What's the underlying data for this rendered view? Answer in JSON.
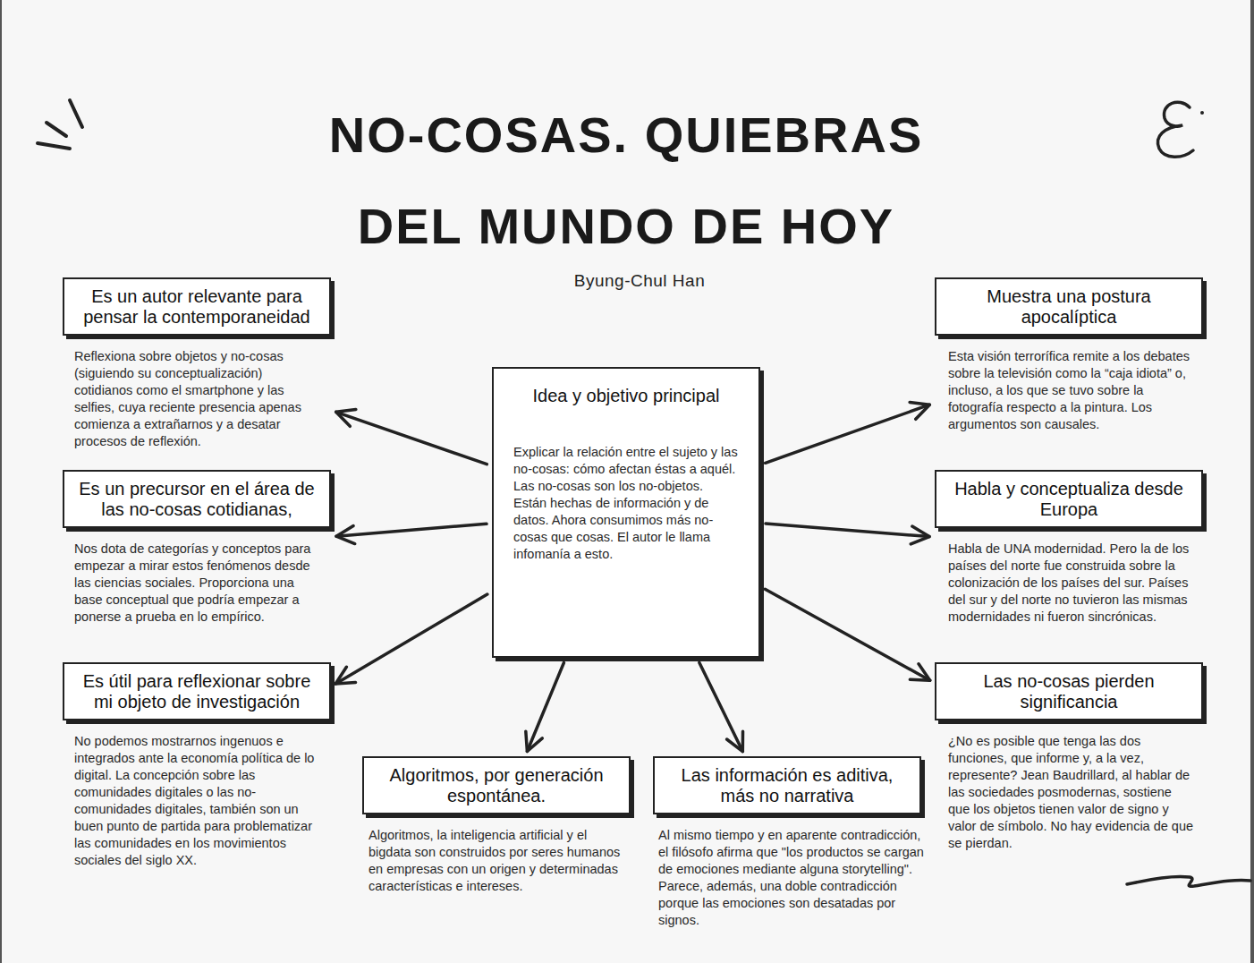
{
  "diagram": {
    "title": "NO-COSAS. QUIEBRAS DEL MUNDO DE HOY",
    "nodes": [
      {
        "text": [
          "Es un autor relevante para pensar la contemporaneidad",
          "Reflexiona sobre objetos y no-cosas (siguiendo su conceptualización) cotidianos como el smartphone y las selfies, cuya reciente presencia apenas comienza a extrañarnos y a desatar procesos de reflexión."
        ]
      },
      {
        "text": [
          "Muestra una postura apocalíptica",
          "Esta visión terrorífica remite a los debates sobre la televisión como la “caja idiota” o, incluso, a los que se tuvo sobre la fotografía respecto a la pintura. Los argumentos son causales."
        ]
      },
      {
        "text": [
          "Idea y objetivo principal",
          "Explicar la relación entre el sujeto y las no-cosas: cómo afectan éstas a aquél. Las no-cosas son los no-objetos. Están hechas de información y de datos. Ahora consumimos más no-cosas que cosas. El autor le llama infomanía a esto."
        ]
      },
      {
        "text": [
          "Es un precursor en el área de las no-cosas cotidianas,",
          "Nos dota de categorías y conceptos para empezar a mirar estos fenómenos desde las ciencias sociales. Proporciona una base conceptual que podría empezar a ponerse a prueba en lo empírico."
        ]
      },
      {
        "text": [
          "Habla y conceptualiza desde Europa",
          "Habla de UNA modernidad. Pero la de los países del norte fue construida sobre la colonización de los países del sur. Países del sur y del norte no tuvieron las mismas modernidades ni fueron sincrónicas."
        ]
      },
      {
        "text": [
          "Es útil para reflexionar sobre mi objeto de investigación",
          "No podemos mostrarnos ingenuos e integrados ante la economía política de lo digital. La concepción sobre las comunidades digitales o las no-comunidades digitales, también son un buen punto de partida para problematizar las comunidades en los movimientos sociales del siglo XX."
        ]
      },
      {
        "text": [
          "Las no-cosas pierden significancia",
          "¿No es posible que tenga las dos funciones, que informe y, a la vez, represente? Jean Baudrillard, al hablar de las sociedades posmodernas, sostiene que los objetos tienen valor de signo y valor de símbolo. No hay evidencia de que se pierdan."
        ]
      },
      {
        "text": [
          "Algoritmos, por generación espontánea.",
          "Algoritmos, la inteligencia artificial y el bigdata son construidos por seres humanos en empresas con un origen y determinadas características e intereses."
        ]
      },
      {
        "text": [
          "Las información es aditiva, más no narrativa",
          "Al mismo tiempo y en aparente contradicción, el filósofo afirma que \"los productos se cargan de emociones mediante alguna storytelling\". Parece, además, una doble contradicción porque las emociones son desatadas por signos."
        ]
      }
    ],
    "edges": [
      {
        "from": 2,
        "to": 0,
        "arrow": "to"
      },
      {
        "from": 2,
        "to": 3,
        "arrow": "to"
      },
      {
        "from": 2,
        "to": 5,
        "arrow": "to"
      },
      {
        "from": 2,
        "to": 1,
        "arrow": "to"
      },
      {
        "from": 2,
        "to": 4,
        "arrow": "to"
      },
      {
        "from": 2,
        "to": 6,
        "arrow": "to"
      },
      {
        "from": 2,
        "to": 7,
        "arrow": "to"
      },
      {
        "from": 2,
        "to": 8,
        "arrow": "to"
      }
    ],
    "labels": [
      "Byung-Chul Han"
    ]
  }
}
